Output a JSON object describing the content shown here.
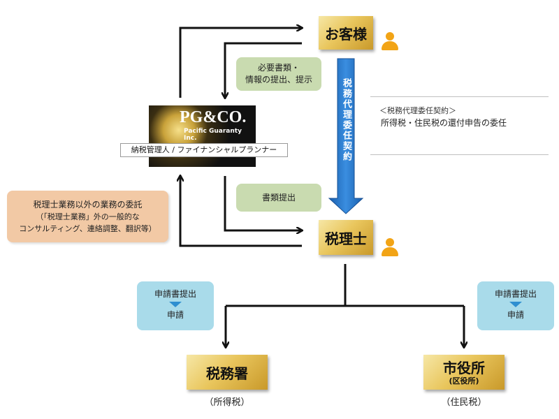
{
  "nodes": {
    "customer": "お客様",
    "tax_accountant": "税理士",
    "tax_office": "税務署",
    "city_office": "市役所",
    "city_office_sub": "(区役所)"
  },
  "company": {
    "logo_text": "PG&CO.",
    "logo_sub": "Pacific Guaranty Inc.",
    "role": "納税管理人 / ファイナンシャルプランナー"
  },
  "notes": {
    "docs_required_line1": "必要書類・",
    "docs_required_line2": "情報の提出、提示",
    "docs_submit": "書類提出",
    "non_tax_line1": "税理士業務以外の業務の委託",
    "non_tax_line2": "（「税理士業務」外の一般的な",
    "non_tax_line3": "コンサルティング、連絡調整、翻訳等）",
    "contract_label": "＜税務代理委任契約＞",
    "contract_desc": "所得税・住民税の還付申告の委任",
    "vertical_arrow": "税務代理委任契約"
  },
  "filing_left": {
    "top": "申請書提出",
    "bottom": "申請"
  },
  "filing_right": {
    "top": "申請書提出",
    "bottom": "申請"
  },
  "captions": {
    "tax_office": "（所得税）",
    "city_office": "（住民税）"
  },
  "colors": {
    "gold": "#e9c65d",
    "green_note": "#c9dbb0",
    "blue_note": "#a9dbea",
    "peach_note": "#f2c9a5",
    "arrow_blue": "#1f6fc0",
    "person": "#f2a416"
  }
}
